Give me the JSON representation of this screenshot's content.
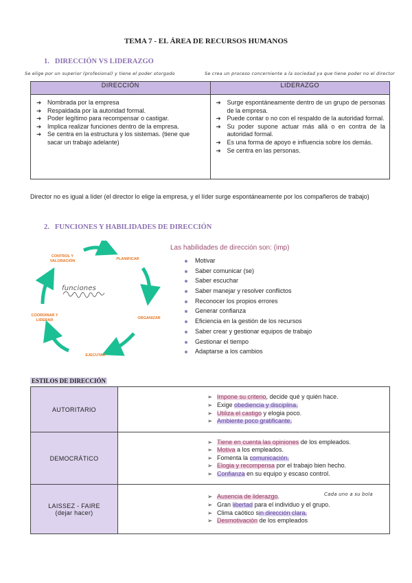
{
  "title": "TEMA 7 - EL ÁREA DE RECURSOS HUMANOS",
  "section1": {
    "number": "1.",
    "heading": "DIRECCIÓN VS LIDERAZGO",
    "handnote_left": "Se elige por un superior (profesional) y tiene el poder otorgado",
    "handnote_right": "Se crea un proceso concerniente a la sociedad ya que tiene poder no el director",
    "table": {
      "headers": [
        "DIRECCIÓN",
        "LIDERAZGO"
      ],
      "direccion": [
        "Nombrada por la empresa",
        "Respaldada por la autoridad formal.",
        "Poder legítimo para recompensar o castigar.",
        "Implica realizar funciones dentro de la empresa.",
        "Se centra en la estructura y los sistemas. (tiene que sacar un trabajo adelante)"
      ],
      "liderazgo": [
        "Surge espontáneamente dentro de un grupo de personas de la empresa.",
        "Puede contar o no con el respaldo de la autoridad formal.",
        "Su poder supone actuar más allá o en contra de la autoridad formal.",
        "Es una forma de apoyo e influencia sobre los demás.",
        "Se centra en las personas."
      ]
    },
    "note": "Director no es igual a líder (el director lo elige la empresa, y el líder surge espontáneamente por los compañeros de trabajo)"
  },
  "section2": {
    "number": "2.",
    "heading": "FUNCIONES Y HABILIDADES DE DIRECCIÓN",
    "cycle": {
      "labels": [
        "CONTROL Y VALORACIÓN",
        "PLANIFICAR",
        "ORGANIZAR",
        "EJECUTAR",
        "COORDINAR Y LIDERAR"
      ],
      "center_handnote": "funciones",
      "arrow_color": "#1bbf94",
      "label_color": "#e8731c"
    },
    "habilidades_title": "Las habilidades de dirección son: (imp)",
    "habilidades": [
      "Motivar",
      "Saber comunicar (se)",
      "Saber escuchar",
      "Saber manejar y resolver conflictos",
      "Reconocer los propios errores",
      "Generar confianza",
      "Eficiencia en la gestión de los recursos",
      "Saber crear y gestionar equipos de trabajo",
      "Gestionar el tiempo",
      "Adaptarse a los cambios"
    ]
  },
  "estilos": {
    "title": "ESTILOS DE DIRECCIÓN",
    "handnote": "Cada uno a su bola",
    "autoritario": {
      "label": "AUTORITARIO",
      "items": [
        {
          "hl": "Impone su criterio",
          "rest": ", decide qué y quién hace."
        },
        {
          "pre": "Exige ",
          "hl": "obediencia y disciplina."
        },
        {
          "hl": "Utiliza el castigo",
          "rest": " y elogia poco."
        },
        {
          "hl": "Ambiente poco gratificante."
        }
      ]
    },
    "democratico": {
      "label": "DEMOCRÁTICO",
      "items": [
        {
          "hl": "Tiene en cuenta las opiniones",
          "rest": " de los empleados."
        },
        {
          "hl": "Motiva",
          "rest": " a los empleados."
        },
        {
          "pre": "Fomenta la ",
          "hl": "comunicación."
        },
        {
          "hl": "Elogia y recompensa",
          "rest": " por el trabajo bien hecho."
        },
        {
          "hl": "Confianza",
          "rest": " en su equipo y escaso control."
        }
      ]
    },
    "laissez": {
      "label": "LAISSEZ - FAIRE",
      "sublabel": "(dejar hacer)",
      "items": [
        {
          "hl": "Ausencia de liderazgo",
          "rest": "."
        },
        {
          "pre": "Gran ",
          "hl": "libertad",
          "rest": " para el individuo y el grupo."
        },
        {
          "pre": "Clima caótico s",
          "hl": "in dirección clara."
        },
        {
          "hl": "Desmotivación",
          "rest": " de los empleados"
        }
      ]
    }
  }
}
